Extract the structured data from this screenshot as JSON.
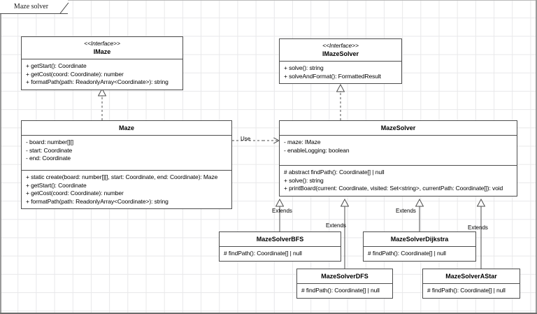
{
  "tab": {
    "label": "Maze solver"
  },
  "classes": {
    "imaze": {
      "stereotype": "<<Interface>>",
      "name": "IMaze",
      "members": [
        "+ getStart(): Coordinate",
        "+ getCost(coord: Coordinate): number",
        "+ formatPath(path: ReadonlyArray<Coordinate>): string"
      ]
    },
    "imazesolver": {
      "stereotype": "<<Interface>>",
      "name": "IMazeSolver",
      "members": [
        "+ solve(): string",
        "+ solveAndFormat(): FormattedResult"
      ]
    },
    "maze": {
      "name": "Maze",
      "attributes": [
        "- board: number[][]",
        "- start: Coordinate",
        "- end: Coordinate"
      ],
      "methods": [
        "+ static create(board: number[][], start: Coordinate, end: Coordinate): Maze",
        "+ getStart(): Coordinate",
        "+ getCost(coord: Coordinate): number",
        "+ formatPath(path: ReadonlyArray<Coordinate>): string"
      ]
    },
    "mazesolver": {
      "name": "MazeSolver",
      "attributes": [
        "- maze: IMaze",
        "- enableLogging: boolean"
      ],
      "methods": [
        "# abstract findPath(): Coordinate[] | null",
        "+ solve(): string",
        "+ printBoard(current: Coordinate, visited: Set<string>, currentPath: Coordinate[]): void"
      ]
    },
    "bfs": {
      "name": "MazeSolverBFS",
      "methods": [
        "# findPath(): Coordinate[] | null"
      ]
    },
    "dijkstra": {
      "name": "MazeSolverDijkstra",
      "methods": [
        "# findPath(): Coordinate[] | null"
      ]
    },
    "dfs": {
      "name": "MazeSolverDFS",
      "methods": [
        "# findPath(): Coordinate[] | null"
      ]
    },
    "astar": {
      "name": "MazeSolverAStar",
      "methods": [
        "# findPath(): Coordinate[] | null"
      ]
    }
  },
  "edges": {
    "use_label": "Use",
    "extends_bfs": "Extends",
    "extends_dfs": "Extends",
    "extends_dijkstra": "Extends",
    "extends_astar": "Extends"
  },
  "colors": {
    "stroke": "#4d4d4d",
    "grid": "#e8e8ea",
    "page_border": "#9a9a9a",
    "fill": "#ffffff"
  }
}
